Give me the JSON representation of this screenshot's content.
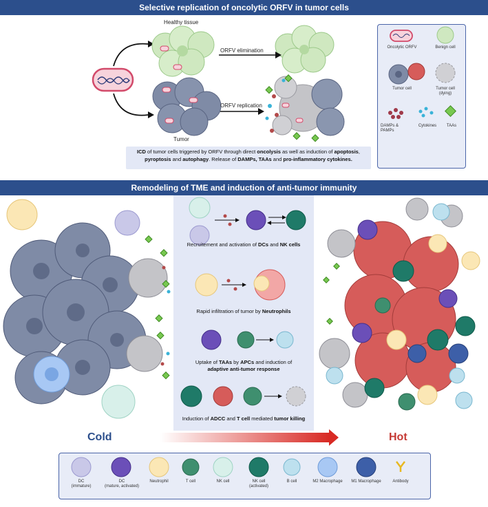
{
  "banners": {
    "top": "Selective replication of oncolytic ORFV in tumor cells",
    "middle": "Remodeling of TME and induction of anti-tumor immunity"
  },
  "top_section": {
    "healthy_label": "Healthy tissue",
    "tumor_label": "Tumor",
    "elimination_label": "ORFV  elimination",
    "replication_label": "ORFV replication",
    "caption": {
      "p1": "ICD",
      "p2": " of tumor cells triggered by ORFV through direct ",
      "p3": "oncolysis",
      "p4": " as well as induction of ",
      "p5": "apoptosis",
      "p6": ",",
      "p7": "pyroptosis",
      "p8": " and ",
      "p9": "autophagy",
      "p10": ". Release of ",
      "p11": "DAMPs, TAAs",
      "p12": " and ",
      "p13": "pro-inflammatory cytokines."
    }
  },
  "legend_top": {
    "oncolytic_orfv": "Oncolytic ORFV",
    "benign_cell": "Benign cell",
    "tumor_cell": "Tumor cell",
    "tumor_cell_dying": "Tumor cell\n(dying)",
    "damps": "DAMPs &\nPAMPs",
    "cytokines": "Cytokines",
    "taas": "TAAs"
  },
  "middle_panel": {
    "step1": {
      "a": "Recruitement and activation of ",
      "b": "DCs",
      "c": " and ",
      "d": "NK cells"
    },
    "step2": {
      "a": "Rapid infiltration of tumor by ",
      "b": "Neutrophils"
    },
    "step3": {
      "a": "Uptake of ",
      "b": "TAAs",
      "c": " by ",
      "d": "APCs",
      "e": " and induction of",
      "f": "adaptive anti-tumor response"
    },
    "step4": {
      "a": "Induction of ",
      "b": "ADCC",
      "c": " and ",
      "d": "T cell",
      "e": " mediated ",
      "f": "tumor killing"
    }
  },
  "gradient": {
    "cold": "Cold",
    "hot": "Hot"
  },
  "legend_bottom": [
    {
      "label": "DC\n(immature)"
    },
    {
      "label": "DC\n(mature, activated)"
    },
    {
      "label": "Neutrophil"
    },
    {
      "label": "T cell"
    },
    {
      "label": "NK cell"
    },
    {
      "label": "NK cell\n(activated)"
    },
    {
      "label": "B cell"
    },
    {
      "label": "M2 Macrophage"
    },
    {
      "label": "M1 Macrophage"
    },
    {
      "label": "Antibody"
    }
  ],
  "colors": {
    "banner": "#2c4f8c",
    "panel_bg": "#e3e8f6",
    "legend_border": "#4a64a8",
    "tumor_gray": "#7f8ba6",
    "tumor_red": "#d65c5a",
    "healthy_green": "#cfe8c0",
    "cold": "#2c4f8c",
    "hot": "#c53a35"
  }
}
